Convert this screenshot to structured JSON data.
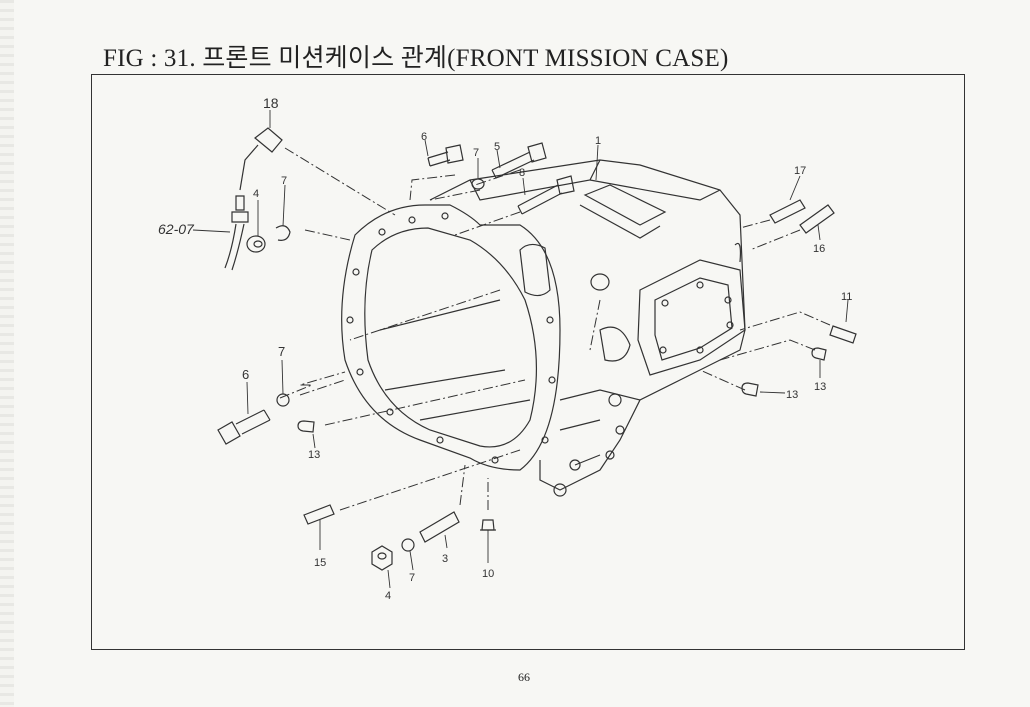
{
  "header": {
    "title": "FIG : 31. 프론트 미션케이스 관계(FRONT MISSION CASE)"
  },
  "callouts": {
    "c18": "18",
    "c6_top": "6",
    "c7_top": "7",
    "c5": "5",
    "c1": "1",
    "c8": "8",
    "c4_top": "4",
    "c7_upper_left": "7",
    "c62_07": "62-07",
    "c17": "17",
    "c16": "16",
    "c11": "11",
    "c13_right": "13",
    "c13_mid": "13",
    "c7_left": "7",
    "c6_left": "6",
    "c13_left": "13",
    "c15": "15",
    "c4_bottom": "4",
    "c7_bottom": "7",
    "c3": "3",
    "c10": "10"
  },
  "footer": {
    "page_number": "66"
  },
  "colors": {
    "line": "#333333",
    "paper": "#f7f7f4"
  }
}
